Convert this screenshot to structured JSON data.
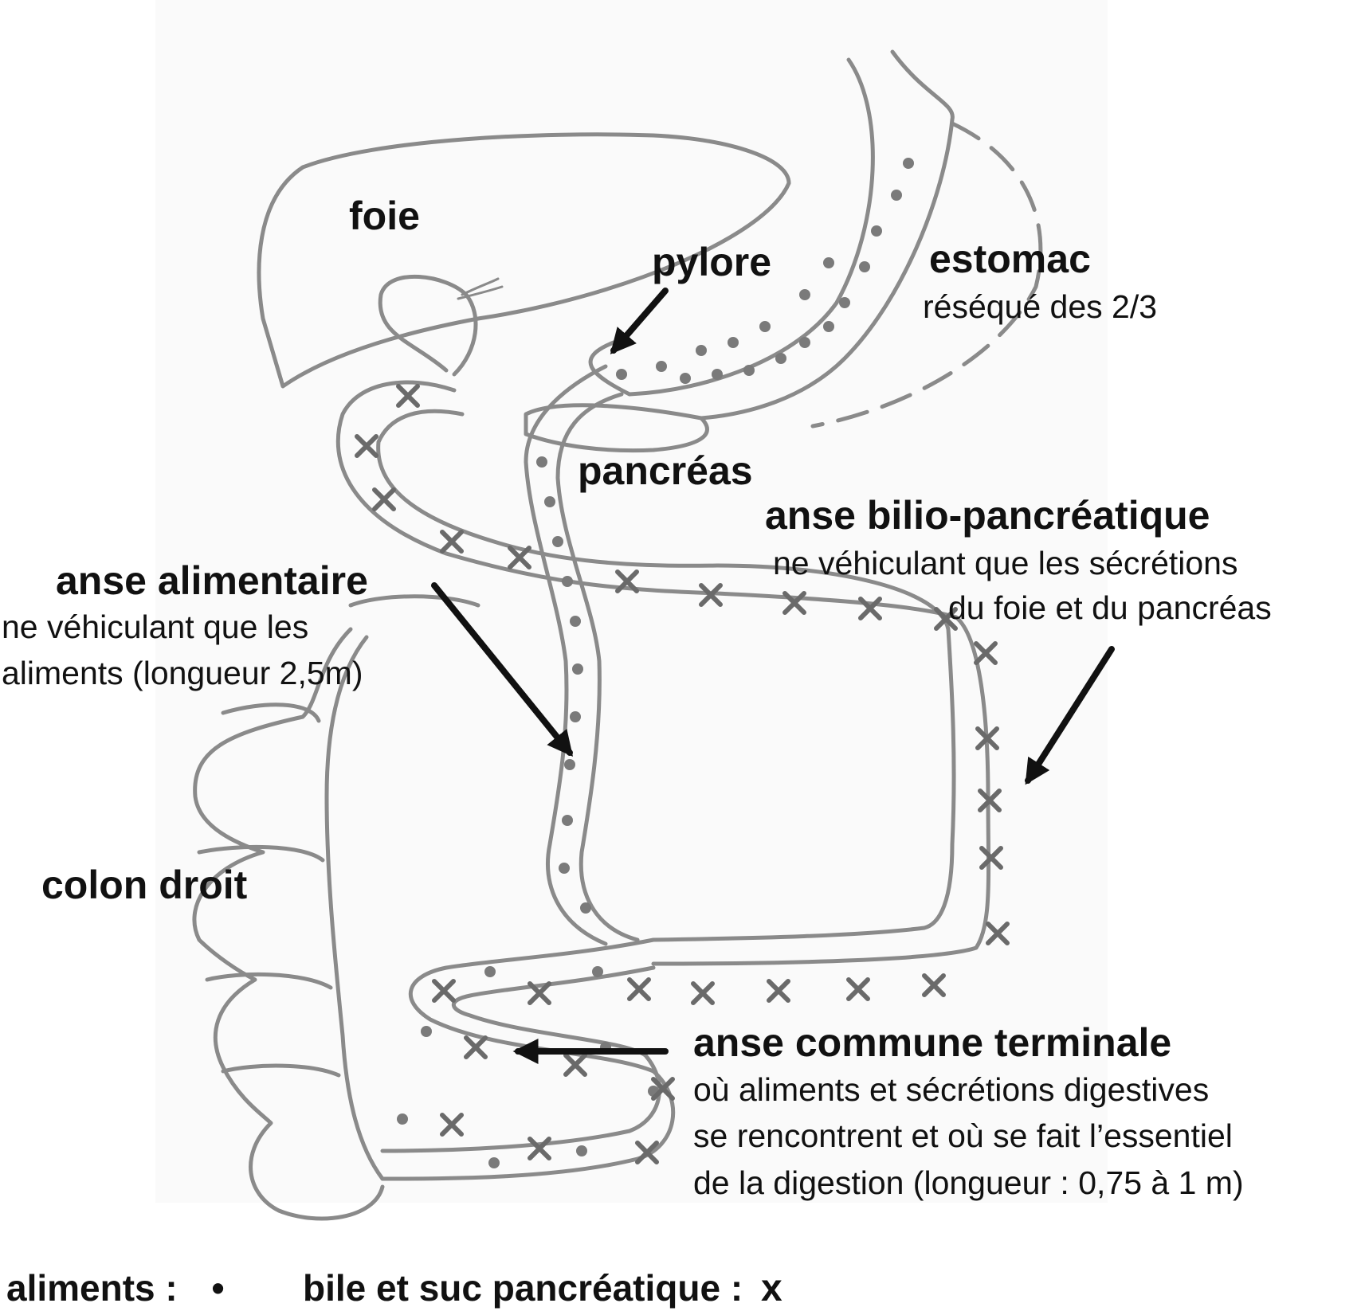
{
  "labels": {
    "foie": "foie",
    "pylore": "pylore",
    "estomac": "estomac",
    "estomac_note": "réséqué des 2/3",
    "pancreas": "pancréas",
    "anse_bilio_title": "anse bilio-pancréatique",
    "anse_bilio_line1": "ne véhiculant que les sécrétions",
    "anse_bilio_line2": "du foie et du pancréas",
    "anse_alim_title": "anse alimentaire",
    "anse_alim_line1": "ne véhiculant que les",
    "anse_alim_line2": "aliments (longueur 2,5m)",
    "colon": "colon droit",
    "anse_commune_title": "anse commune terminale",
    "anse_commune_line1": "où aliments et sécrétions digestives",
    "anse_commune_line2": "se rencontrent et où se fait l’essentiel",
    "anse_commune_line3": "de la digestion (longueur : 0,75 à 1 m)"
  },
  "legend": {
    "aliments": "aliments :",
    "aliments_symbol": "•",
    "bile": "bile et suc pancréatique :",
    "bile_symbol": "x"
  },
  "colors": {
    "stroke": "#8a8a8a",
    "text": "#111111",
    "fill": "#f6f6f6"
  }
}
